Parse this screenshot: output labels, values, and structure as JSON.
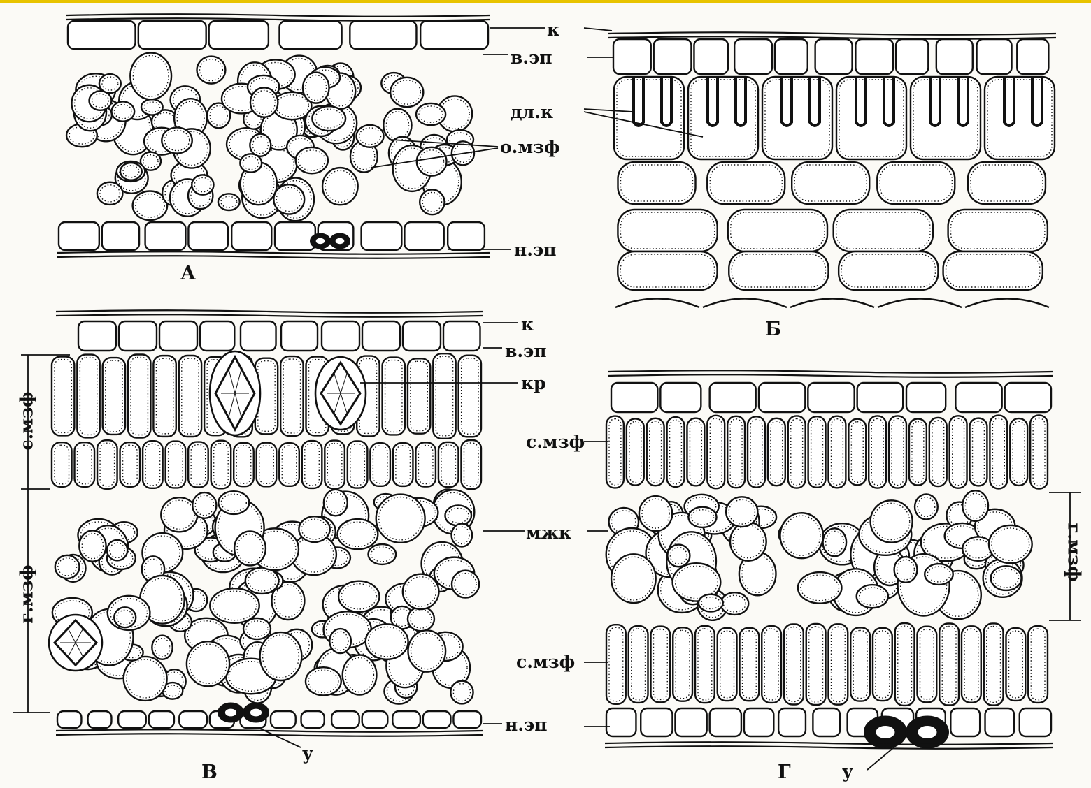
{
  "colors": {
    "ink": "#111111",
    "paper": "#fbfaf6",
    "accent_bar": "#e8c300"
  },
  "panels": {
    "A": {
      "label": "А"
    },
    "B": {
      "label": "Б"
    },
    "V": {
      "label": "В"
    },
    "G": {
      "label": "Г"
    }
  },
  "labels": {
    "k": "к",
    "v_ep": "в.эп",
    "dl_k": "дл.к",
    "o_mzf": "о.мзф",
    "n_ep": "н.эп",
    "kr": "кр",
    "s_mzf": "с.мзф",
    "g_mzf": "г.мзф",
    "mzhk": "мжк",
    "u": "у"
  }
}
